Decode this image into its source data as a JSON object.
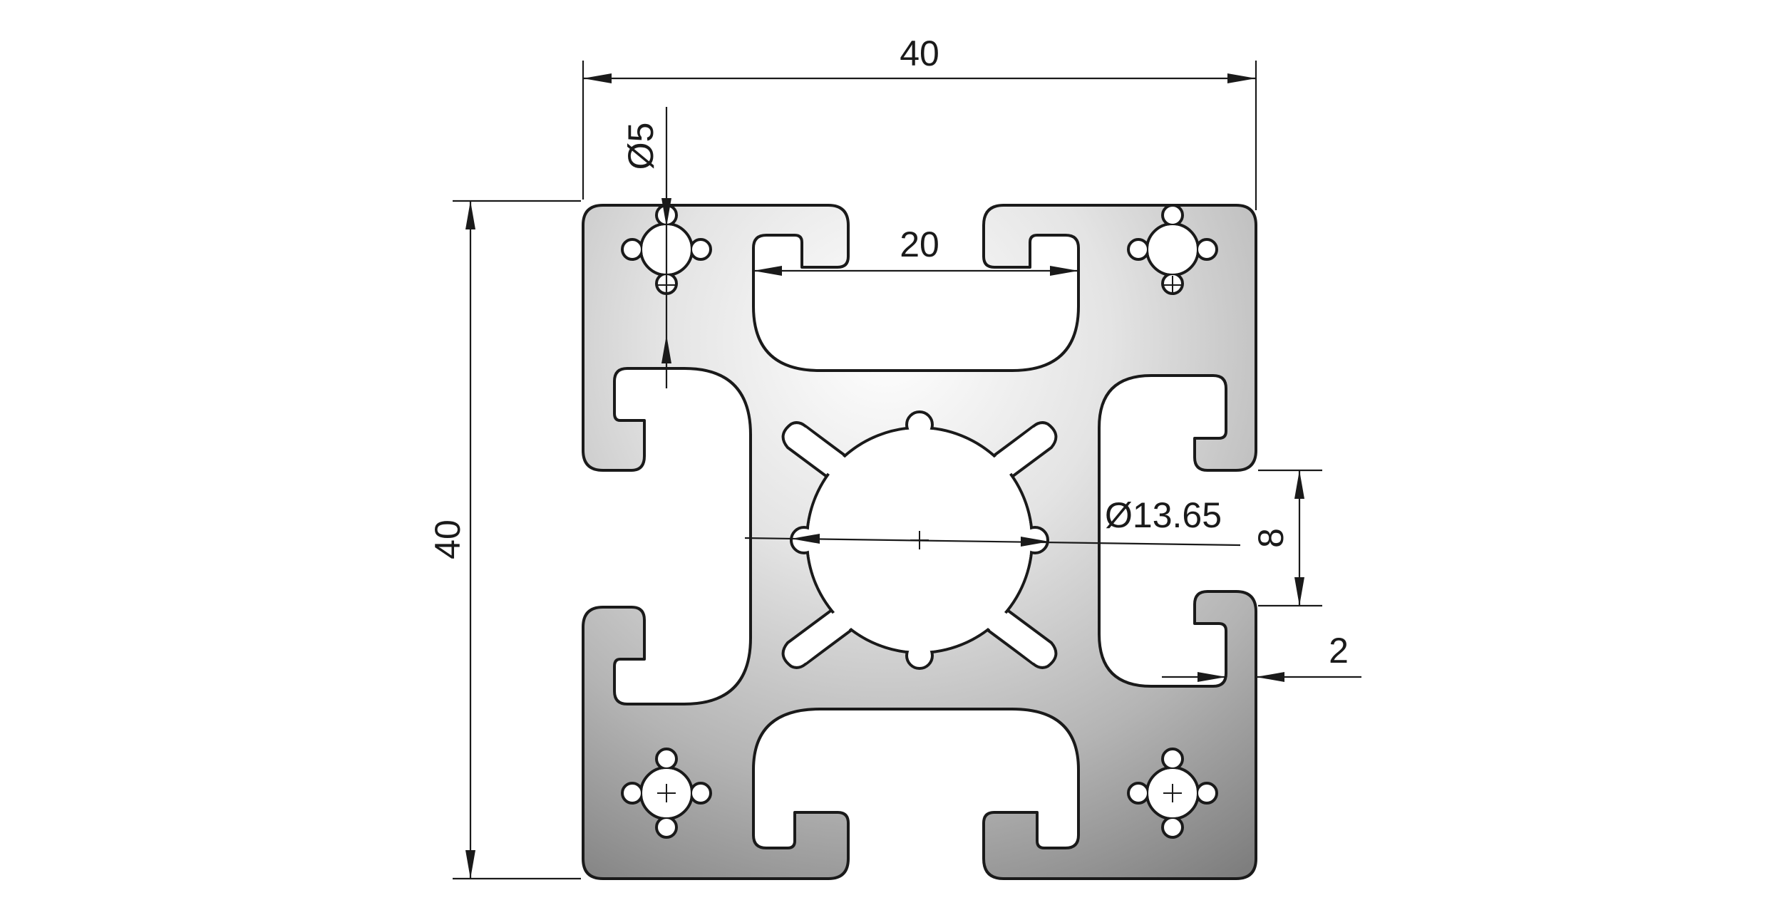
{
  "dimensions": {
    "overall_width": "40",
    "overall_height": "40",
    "hole_diameter": "Ø5",
    "slot_width": "20",
    "center_bore": "Ø13.65",
    "slot_opening": "8",
    "wall_thickness": "2"
  },
  "colors": {
    "line": "#1a1a1a",
    "profile_light": "#f7f7f7",
    "profile_dark": "#8c8c8c",
    "background": "#ffffff"
  }
}
